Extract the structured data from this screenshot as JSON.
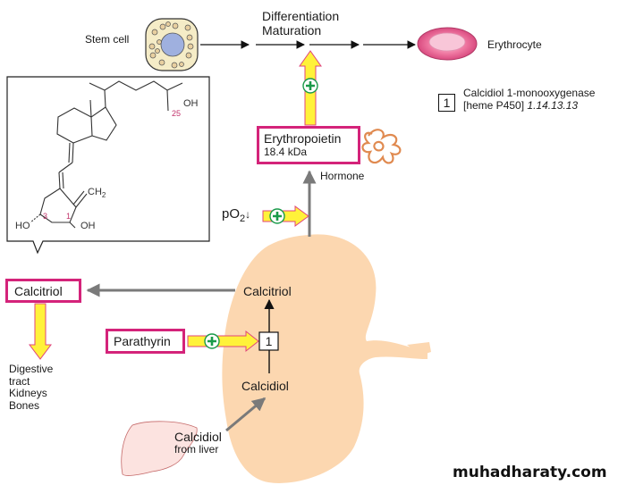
{
  "diagram": {
    "top_flow": {
      "stem_cell": "Stem cell",
      "differentiation": "Differentiation",
      "maturation": "Maturation",
      "erythrocyte": "Erythrocyte"
    },
    "legend": {
      "number": "1",
      "enzyme_name": "Calcidiol 1-monooxygenase",
      "enzyme_detail": "[heme P450]",
      "ec_number": "1.14.13.13"
    },
    "molecule": {
      "oh_25": "OH",
      "pos_25": "25",
      "ch2": "CH",
      "ch2_sub": "2",
      "ho_3": "HO",
      "pos_3": "3",
      "pos_1": "1",
      "oh_1": "OH"
    },
    "erythropoietin": {
      "name": "Erythropoietin",
      "mass": "18.4 kDa",
      "hormone": "Hormone"
    },
    "po2": {
      "label": "pO",
      "sub": "2",
      "arrow": "↓"
    },
    "calcitriol_box": "Calcitriol",
    "targets": [
      "Digestive",
      "tract",
      "Kidneys",
      "Bones"
    ],
    "kidney": {
      "calcitriol": "Calcitriol",
      "enzyme_num": "1",
      "calcidiol": "Calcidiol"
    },
    "parathyrin": "Parathyrin",
    "liver": {
      "calcidiol": "Calcidiol",
      "from_liver": "from liver"
    },
    "plus_symbol": "+",
    "watermark": "muhadharaty.com",
    "colors": {
      "highlight_border": "#d4237a",
      "kidney_fill": "#fcd7b0",
      "arrow_yellow": "#fff23a",
      "arrow_outline": "#e0457a",
      "plus_green": "#1a9a4a",
      "gray_arrow": "#7a7a7a"
    }
  }
}
